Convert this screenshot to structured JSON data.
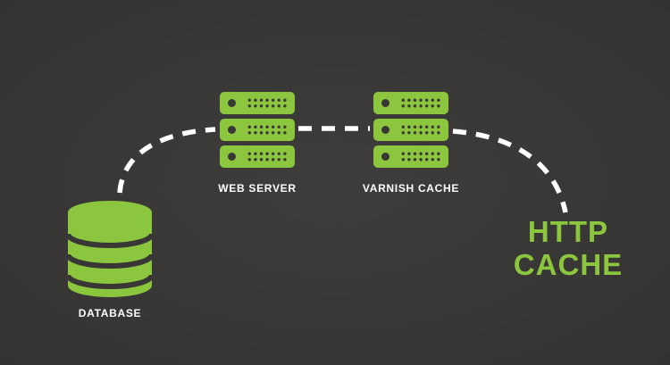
{
  "diagram": {
    "title": "HTTP cache architecture diagram",
    "colors": {
      "background": "#3b3a39",
      "accent_green": "#8cc63e",
      "connector": "#ffffff"
    },
    "nodes": [
      {
        "id": "database",
        "type": "database-cylinder",
        "label": "DATABASE"
      },
      {
        "id": "web-server",
        "type": "server-stack",
        "label": "WEB SERVER"
      },
      {
        "id": "varnish-cache",
        "type": "server-stack",
        "label": "VARNISH CACHE"
      },
      {
        "id": "http-cache",
        "type": "text-node",
        "label": "HTTP CACHE",
        "lines": [
          "HTTP",
          "CACHE"
        ]
      }
    ],
    "connections": [
      {
        "from": "database",
        "to": "web-server",
        "style": "dashed-curve"
      },
      {
        "from": "web-server",
        "to": "varnish-cache",
        "style": "dashed-straight"
      },
      {
        "from": "varnish-cache",
        "to": "http-cache",
        "style": "dashed-curve"
      }
    ]
  }
}
